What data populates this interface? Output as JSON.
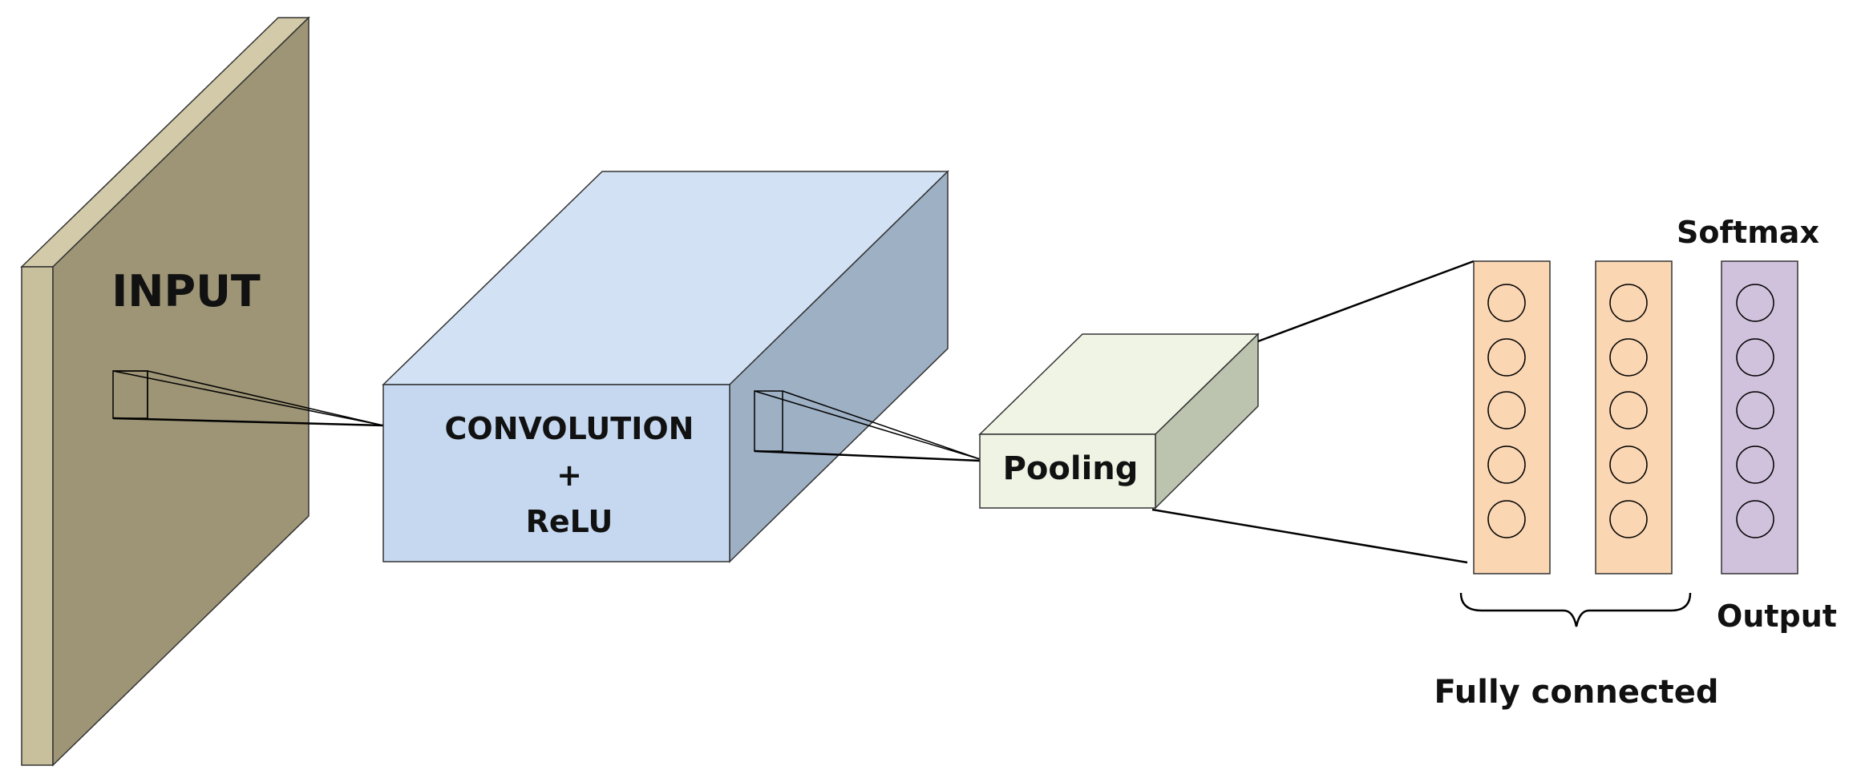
{
  "labels": {
    "input": "INPUT",
    "convolution": "CONVOLUTION",
    "plus": "+",
    "relu": "ReLU",
    "pooling": "Pooling",
    "softmax": "Softmax",
    "output": "Output",
    "fully_connected": "Fully connected"
  },
  "colors": {
    "input_front": "#9e9576",
    "input_side": "#c8c09c",
    "input_top": "#d2caa8",
    "conv_front": "#c5d8f0",
    "conv_top": "#d2e2f4",
    "conv_side": "#9eb0c4",
    "pool_front": "#eef3e4",
    "pool_top": "#eff4e4",
    "pool_side": "#bcc4b0",
    "fc_fill": "#fad6b3",
    "softmax_fill": "#d0c2dc"
  },
  "layers": {
    "fully_connected_columns": 2,
    "neurons_per_column": 5,
    "output_neurons": 5
  }
}
